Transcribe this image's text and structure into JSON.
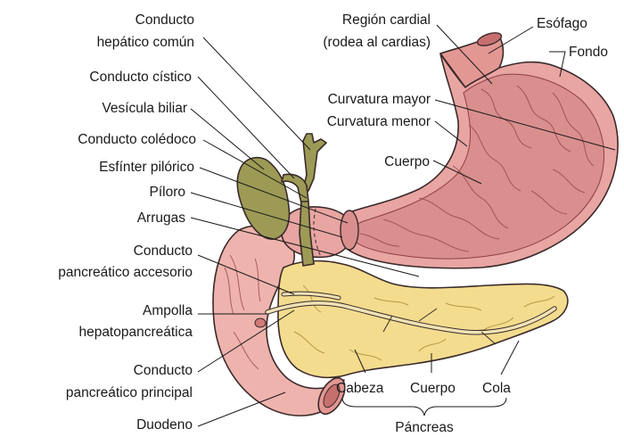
{
  "labels": {
    "conducto_hepatico_1": "Conducto",
    "conducto_hepatico_2": "hepático común",
    "conducto_cistico": "Conducto cístico",
    "vesicula_biliar": "Vesícula biliar",
    "conducto_coledoco": "Conducto colédoco",
    "esfinter_pilorico": "Esfínter pilórico",
    "piloro": "Píloro",
    "arrugas": "Arrugas",
    "conducto_pancreatico_acc_1": "Conducto",
    "conducto_pancreatico_acc_2": "pancreático accesorio",
    "ampolla_1": "Ampolla",
    "ampolla_2": "hepatopancreática",
    "conducto_pancreatico_pr_1": "Conducto",
    "conducto_pancreatico_pr_2": "pancreático principal",
    "duodeno": "Duodeno",
    "region_cardial_1": "Región cardial",
    "region_cardial_2": "(rodea al cardias)",
    "esofago": "Esófago",
    "fondo": "Fondo",
    "curvatura_mayor": "Curvatura mayor",
    "curvatura_menor": "Curvatura menor",
    "cuerpo_estomago": "Cuerpo",
    "cabeza": "Cabeza",
    "cuerpo_pancreas": "Cuerpo",
    "cola": "Cola",
    "pancreas": "Páncreas"
  },
  "colors": {
    "stomach": "#e8a5a2",
    "stomach_inner": "#d98f8d",
    "duodenum": "#efb3ad",
    "gallbladder": "#9c9a55",
    "pancreas": "#f3dc8e",
    "ducts": "#f1e3b5"
  }
}
